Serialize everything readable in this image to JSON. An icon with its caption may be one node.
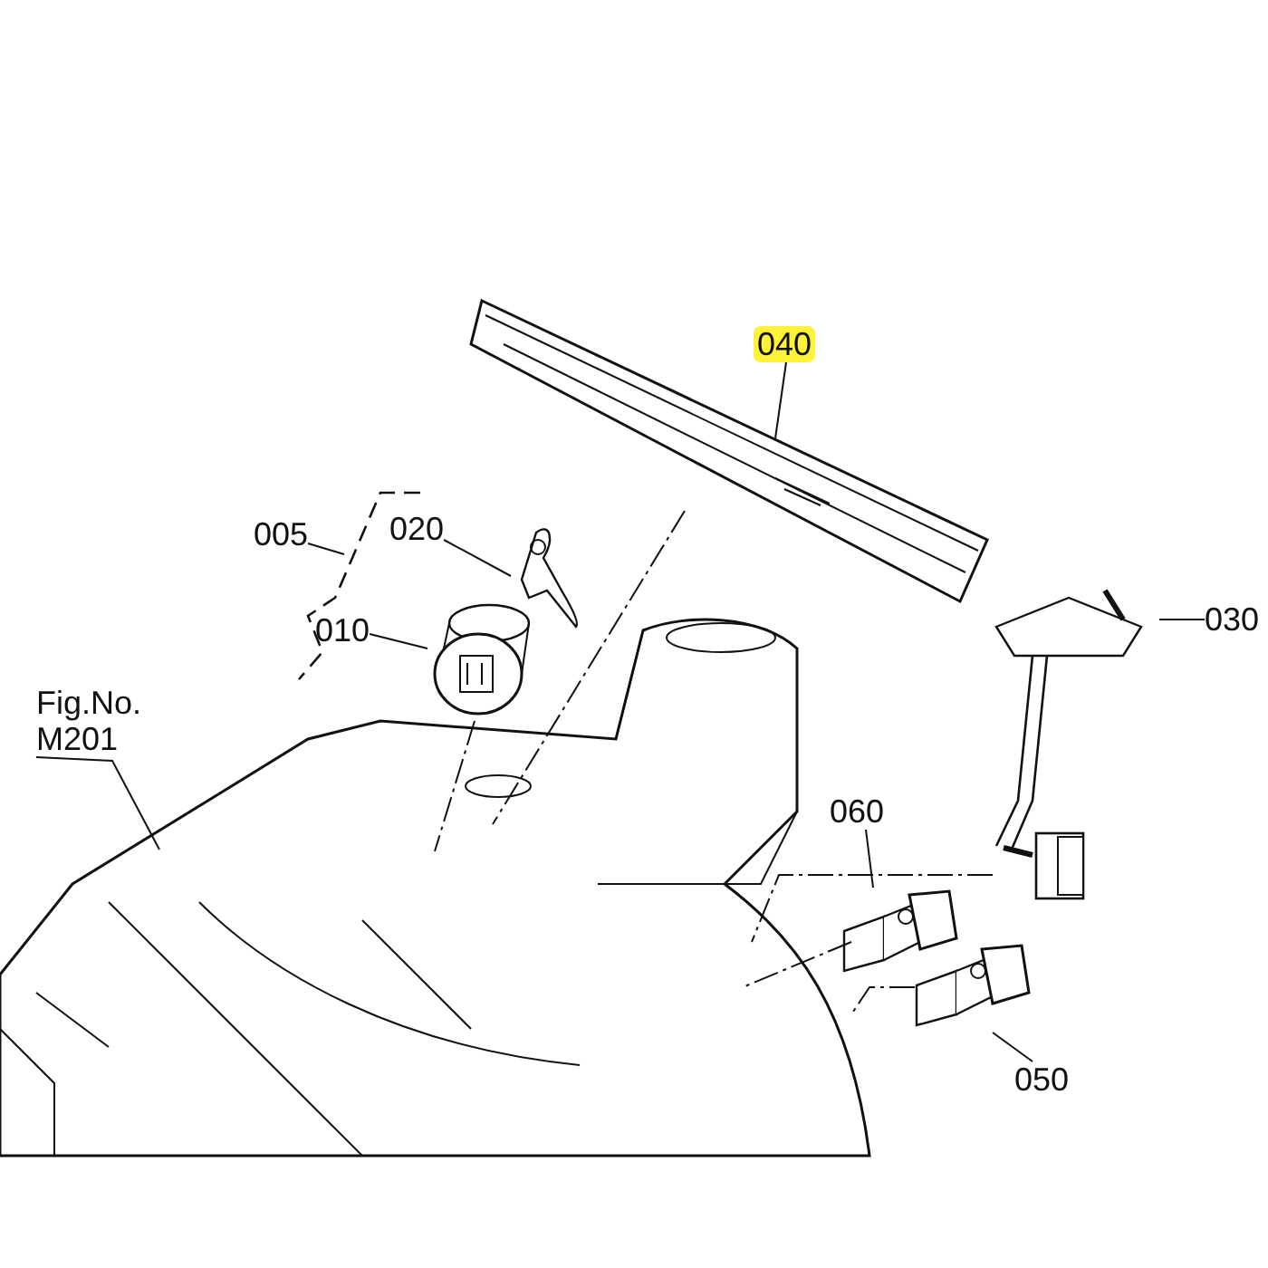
{
  "diagram": {
    "nodes": [
      {
        "text": [
          "040"
        ]
      },
      {
        "text": [],
        "shape": "picture"
      },
      {
        "text": [
          "020"
        ]
      },
      {
        "text": [],
        "shape": "picture"
      },
      {
        "text": [
          "010"
        ]
      },
      {
        "text": [],
        "shape": "picture"
      },
      {
        "text": [
          "030"
        ]
      },
      {
        "text": [],
        "shape": "picture"
      },
      {
        "text": [
          "060"
        ]
      },
      {
        "text": [],
        "shape": "picture"
      },
      {
        "text": [
          "050"
        ]
      },
      {
        "text": [],
        "shape": "picture"
      },
      {
        "text": [
          "Fig.No. M201"
        ]
      },
      {
        "text": [],
        "shape": "picture"
      },
      {
        "text": [
          "005"
        ]
      }
    ],
    "edges": [
      {
        "from": 0,
        "to": 1,
        "arrow": "none"
      },
      {
        "from": 2,
        "to": 3,
        "arrow": "none"
      },
      {
        "from": 4,
        "to": 5,
        "arrow": "none"
      },
      {
        "from": 6,
        "to": 7,
        "arrow": "none"
      },
      {
        "from": 8,
        "to": 9,
        "arrow": "none"
      },
      {
        "from": 10,
        "to": 11,
        "arrow": "none"
      },
      {
        "from": 12,
        "to": 13,
        "arrow": "none"
      },
      {
        "from": 14,
        "to": null,
        "arrow": "none"
      },
      {
        "from": 1,
        "to": 13,
        "arrow": "none",
        "style": "dashed"
      },
      {
        "from": 5,
        "to": 13,
        "arrow": "none",
        "style": "dashed"
      },
      {
        "from": 7,
        "to": 13,
        "arrow": "none",
        "style": "dashed"
      },
      {
        "from": 9,
        "to": 13,
        "arrow": "none",
        "style": "dashed"
      },
      {
        "from": 11,
        "to": 13,
        "arrow": "none",
        "style": "dashed"
      }
    ]
  }
}
